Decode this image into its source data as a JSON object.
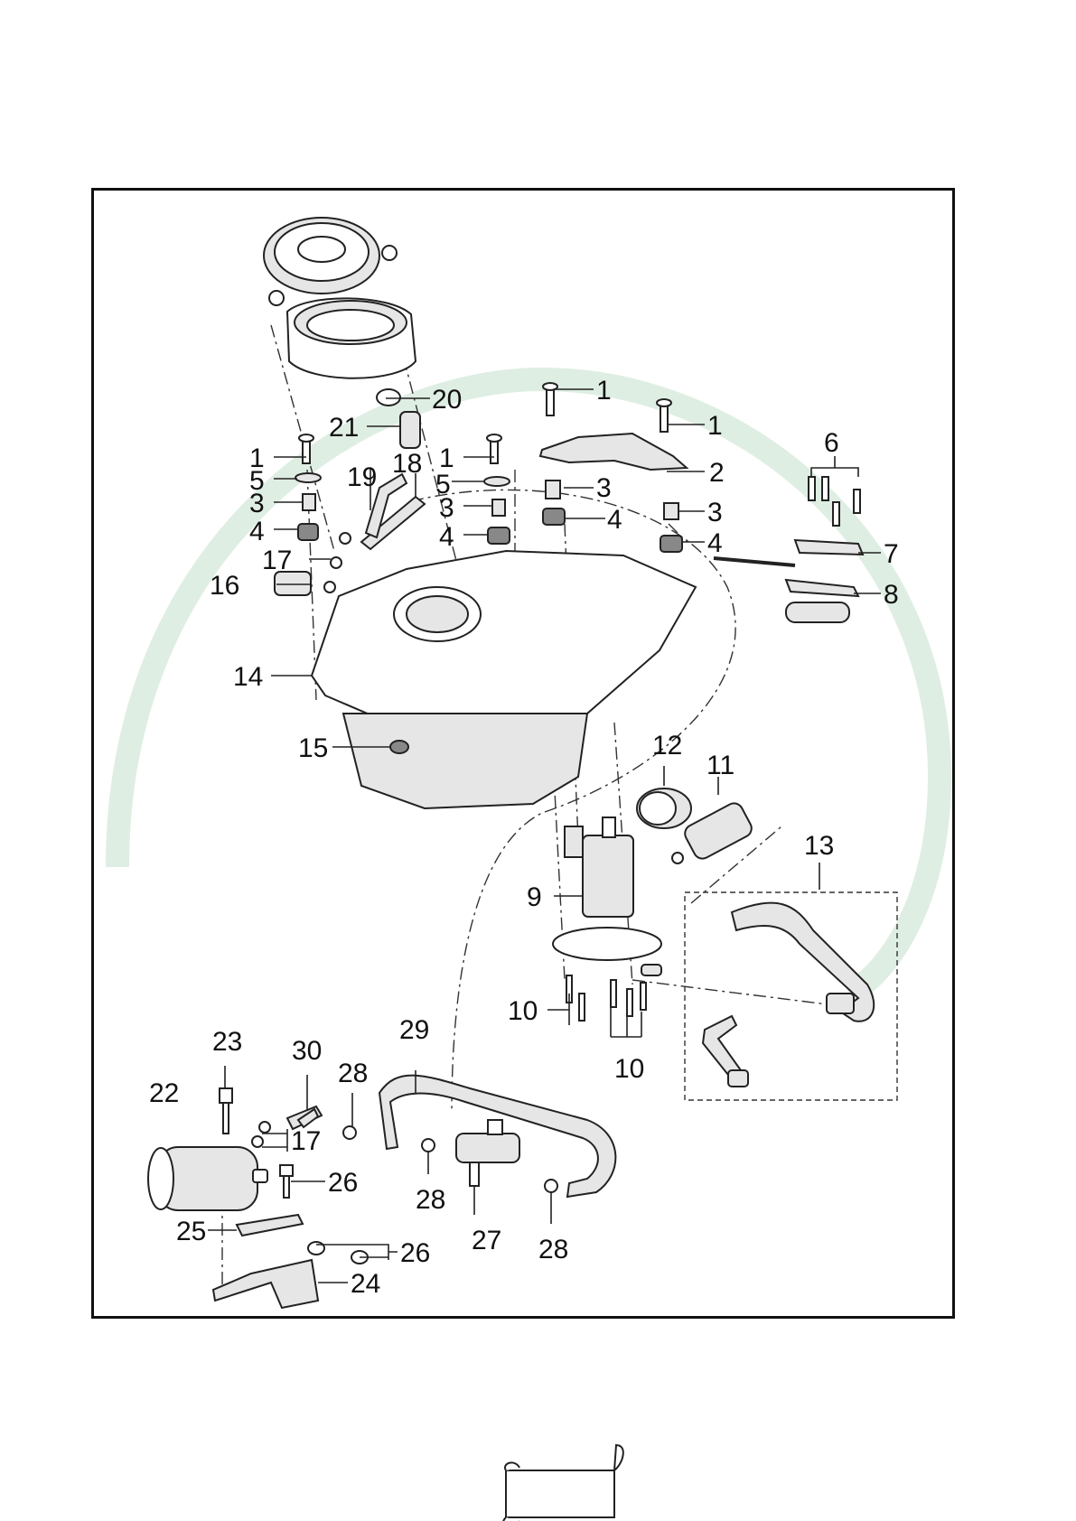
{
  "diagram": {
    "title": "",
    "callouts": [
      {
        "id": "c1a",
        "text": "1"
      },
      {
        "id": "c1b",
        "text": "1"
      },
      {
        "id": "c1c",
        "text": "1"
      },
      {
        "id": "c1d",
        "text": "1"
      },
      {
        "id": "c2",
        "text": "2"
      },
      {
        "id": "c3a",
        "text": "3"
      },
      {
        "id": "c3b",
        "text": "3"
      },
      {
        "id": "c3c",
        "text": "3"
      },
      {
        "id": "c3d",
        "text": "3"
      },
      {
        "id": "c4a",
        "text": "4"
      },
      {
        "id": "c4b",
        "text": "4"
      },
      {
        "id": "c4c",
        "text": "4"
      },
      {
        "id": "c4d",
        "text": "4"
      },
      {
        "id": "c5a",
        "text": "5"
      },
      {
        "id": "c5b",
        "text": "5"
      },
      {
        "id": "c6",
        "text": "6"
      },
      {
        "id": "c7",
        "text": "7"
      },
      {
        "id": "c8",
        "text": "8"
      },
      {
        "id": "c9",
        "text": "9"
      },
      {
        "id": "c10a",
        "text": "10"
      },
      {
        "id": "c10b",
        "text": "10"
      },
      {
        "id": "c11",
        "text": "11"
      },
      {
        "id": "c12",
        "text": "12"
      },
      {
        "id": "c13",
        "text": "13"
      },
      {
        "id": "c14",
        "text": "14"
      },
      {
        "id": "c15",
        "text": "15"
      },
      {
        "id": "c16",
        "text": "16"
      },
      {
        "id": "c17a",
        "text": "17"
      },
      {
        "id": "c17b",
        "text": "17"
      },
      {
        "id": "c18",
        "text": "18"
      },
      {
        "id": "c19",
        "text": "19"
      },
      {
        "id": "c20",
        "text": "20"
      },
      {
        "id": "c21",
        "text": "21"
      },
      {
        "id": "c22",
        "text": "22"
      },
      {
        "id": "c23",
        "text": "23"
      },
      {
        "id": "c24",
        "text": "24"
      },
      {
        "id": "c25",
        "text": "25"
      },
      {
        "id": "c26a",
        "text": "26"
      },
      {
        "id": "c26b",
        "text": "26"
      },
      {
        "id": "c27",
        "text": "27"
      },
      {
        "id": "c28a",
        "text": "28"
      },
      {
        "id": "c28b",
        "text": "28"
      },
      {
        "id": "c28c",
        "text": "28"
      },
      {
        "id": "c29",
        "text": "29"
      },
      {
        "id": "c30",
        "text": "30"
      }
    ]
  },
  "colors": {
    "line": "#222222",
    "frame": "#111111",
    "watermark": "#dfeee3"
  },
  "icons": {
    "footer": "scroll-banner-icon"
  }
}
